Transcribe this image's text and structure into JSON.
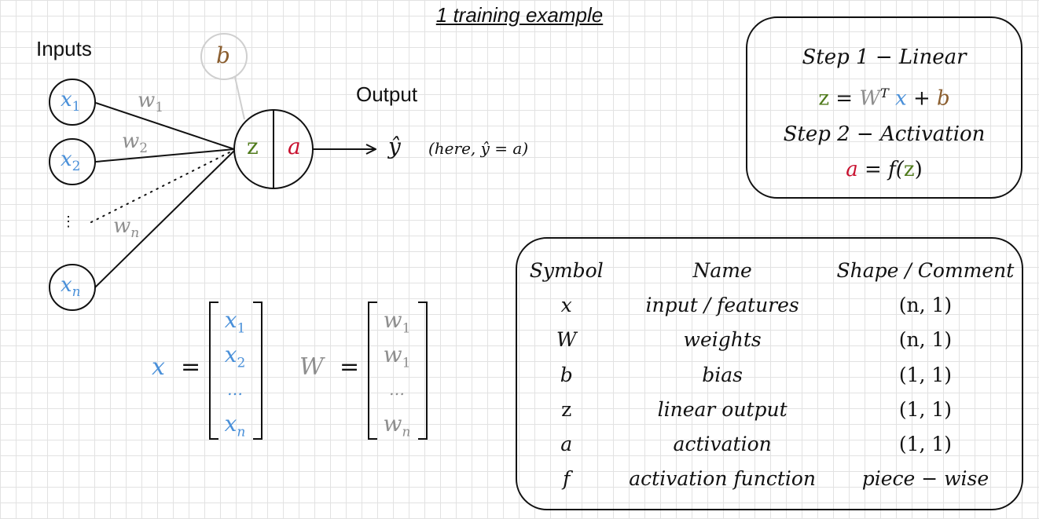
{
  "title": "1 training example",
  "diagram": {
    "inputs_label": "Inputs",
    "output_label": "Output",
    "inputs": [
      {
        "name": "x",
        "sub": "1"
      },
      {
        "name": "x",
        "sub": "2"
      },
      {
        "name": "x",
        "sub": "n"
      }
    ],
    "input_ellipsis": "⋮",
    "weights": [
      {
        "name": "w",
        "sub": "1"
      },
      {
        "name": "w",
        "sub": "2"
      },
      {
        "name": "w",
        "sub": "n"
      }
    ],
    "bias": "b",
    "neuron": {
      "linear": "z",
      "activation": "a"
    },
    "output_symbol": "ŷ",
    "output_note": "(here, ŷ = a)"
  },
  "steps": {
    "step1_title": "Step 1 − Linear",
    "step1_eq": {
      "lhs": "z",
      "eq": "=",
      "w": "W",
      "sup": "T",
      "x": "x",
      "plus": "+",
      "b": "b"
    },
    "step2_title": "Step 2 − Activation",
    "step2_eq": {
      "lhs": "a",
      "eq": "=",
      "f": "f(",
      "z": "z",
      "close": ")"
    }
  },
  "vectors": {
    "x": {
      "symbol": "x",
      "eq": "=",
      "items": [
        {
          "n": "x",
          "s": "1"
        },
        {
          "n": "x",
          "s": "2"
        },
        {
          "n": "…",
          "s": ""
        },
        {
          "n": "x",
          "s": "n"
        }
      ]
    },
    "W": {
      "symbol": "W",
      "eq": "=",
      "items": [
        {
          "n": "w",
          "s": "1"
        },
        {
          "n": "w",
          "s": "1"
        },
        {
          "n": "…",
          "s": ""
        },
        {
          "n": "w",
          "s": "n"
        }
      ]
    }
  },
  "table": {
    "headers": [
      "Symbol",
      "Name",
      "Shape / Comment"
    ],
    "rows": [
      {
        "symbol": "x",
        "name": "input / features",
        "shape": "(n, 1)"
      },
      {
        "symbol": "W",
        "name": "weights",
        "shape": "(n, 1)"
      },
      {
        "symbol": "b",
        "name": "bias",
        "shape": "(1, 1)"
      },
      {
        "symbol": "z",
        "name": "linear output",
        "shape": "(1, 1)"
      },
      {
        "symbol": "a",
        "name": "activation",
        "shape": "(1, 1)"
      },
      {
        "symbol": "f",
        "name": "activation function",
        "shape": "piece − wise"
      }
    ]
  },
  "colors": {
    "x": "#4a90d9",
    "w": "#8e8e8e",
    "b": "#8b5e2f",
    "z": "#4f7a1b",
    "a": "#c8102e",
    "grid": "#e2e2e2"
  }
}
